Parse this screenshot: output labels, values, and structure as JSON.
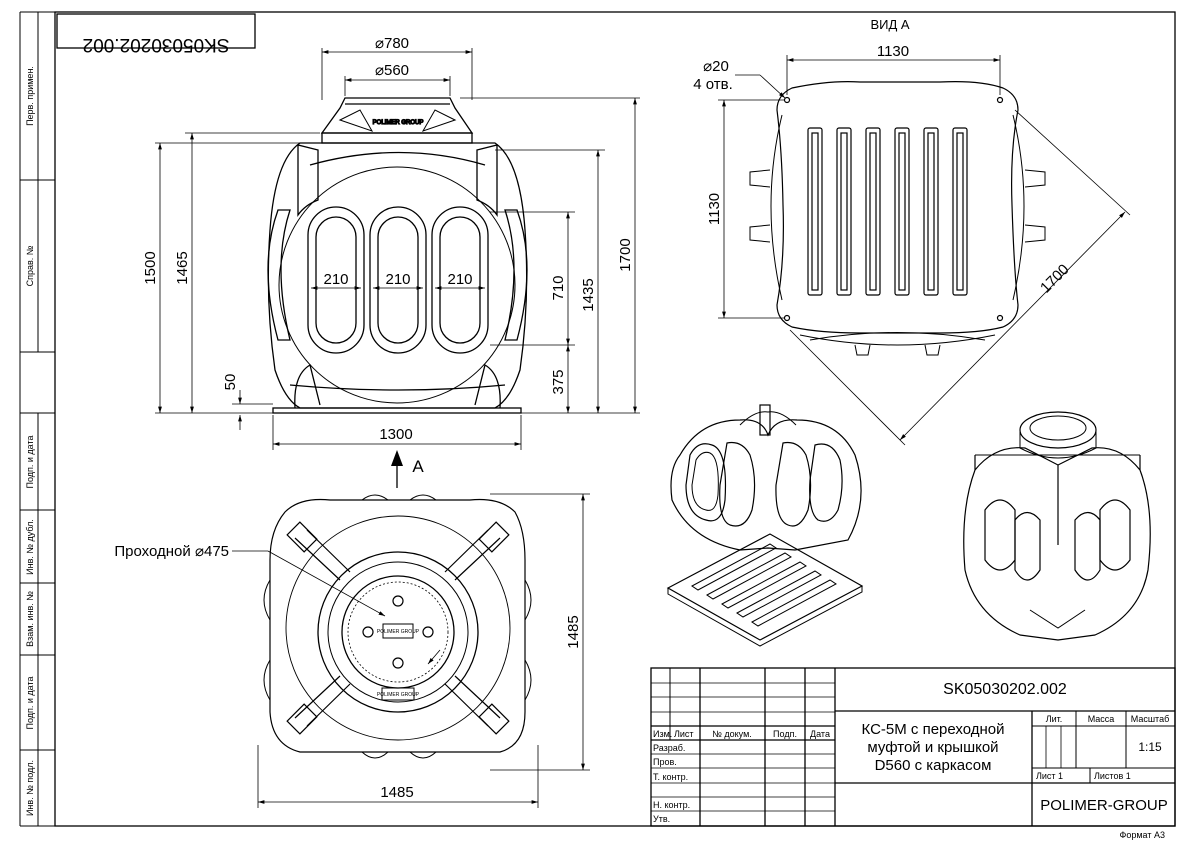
{
  "drawing_number": "SK05030202.002",
  "drawing_number_mirrored": "SK05030202.002",
  "view_a_label": "ВИД А",
  "arrow_label": "А",
  "side_strip": [
    "Перв. примен.",
    "Справ. №",
    "Подп. и дата",
    "Инв. № дубл.",
    "Взам. инв. №",
    "Подп. и дата",
    "Инв. № подл."
  ],
  "dims": {
    "d780": "⌀780",
    "d560": "⌀560",
    "h1500": "1500",
    "h1465": "1465",
    "h1700": "1700",
    "h1435": "1435",
    "h710": "710",
    "h375": "375",
    "h50": "50",
    "w210a": "210",
    "w210b": "210",
    "w210c": "210",
    "w1300": "1300",
    "w1130": "1130",
    "h1130": "1130",
    "diag1700": "1700",
    "d20": "⌀20",
    "holes": "4 отв.",
    "h1485": "1485",
    "w1485": "1485",
    "passage": "Проходной ⌀475"
  },
  "title_block": {
    "code": "SK05030202.002",
    "name_lines": [
      "КС-5М с переходной",
      "муфтой и крышкой",
      "D560 с каркасом"
    ],
    "col_headers": [
      "Изм.",
      "Лист",
      "№ докум.",
      "Подп.",
      "Дата"
    ],
    "rows": [
      "Разраб.",
      "Пров.",
      "Т. контр.",
      "",
      "Н. контр.",
      "Утв."
    ],
    "lit": "Лит.",
    "mass": "Масса",
    "scale_label": "Масштаб",
    "scale": "1:15",
    "sheet": "Лист 1",
    "sheets": "Листов 1",
    "company": "POLIMER-GROUP"
  },
  "logo_text": "POLIMER GROUP",
  "format": "Формат А3"
}
